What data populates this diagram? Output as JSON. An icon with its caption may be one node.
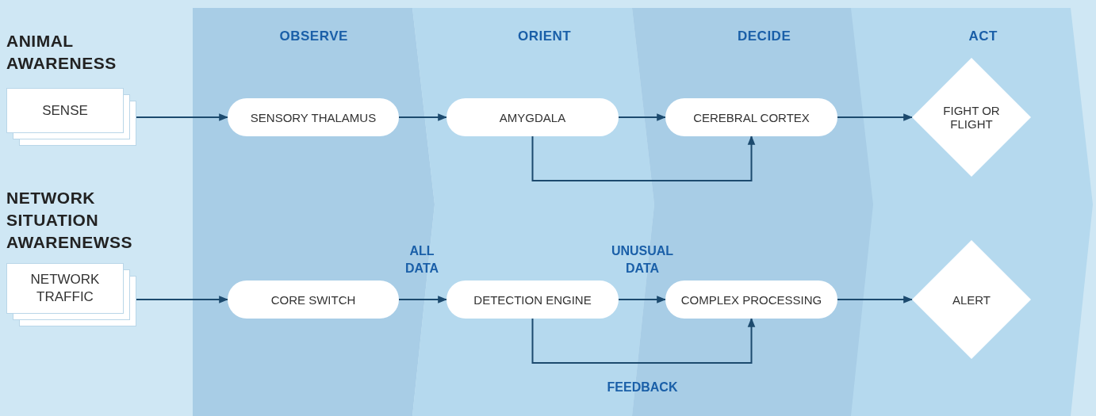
{
  "diagram": {
    "nodes": [
      {
        "text": [
          "OBSERVE"
        ]
      },
      {
        "text": [
          "ORIENT"
        ]
      },
      {
        "text": [
          "DECIDE"
        ]
      },
      {
        "text": [
          "ACT"
        ]
      },
      {
        "text": [
          "SENSE"
        ]
      },
      {
        "text": [
          "SENSORY THALAMUS"
        ],
        "in": 0
      },
      {
        "text": [
          "AMYGDALA"
        ],
        "in": 1
      },
      {
        "text": [
          "CEREBRAL CORTEX"
        ],
        "in": 2
      },
      {
        "text": [
          "FIGHT OR FLIGHT"
        ],
        "in": 3
      },
      {
        "text": [
          "NETWORK TRAFFIC"
        ]
      },
      {
        "text": [
          "CORE SWITCH"
        ],
        "in": 0
      },
      {
        "text": [
          "DETECTION ENGINE"
        ],
        "in": 1
      },
      {
        "text": [
          "COMPLEX PROCESSING"
        ],
        "in": 2
      },
      {
        "text": [
          "ALERT"
        ],
        "in": 3
      }
    ],
    "edges": [
      {
        "from": 4,
        "to": 5,
        "arrow": "to"
      },
      {
        "from": 5,
        "to": 6,
        "arrow": "to"
      },
      {
        "from": 6,
        "to": 7,
        "arrow": "to"
      },
      {
        "from": 6,
        "to": 7,
        "arrow": "to"
      },
      {
        "from": 7,
        "to": 8,
        "arrow": "to"
      },
      {
        "from": 9,
        "to": 10,
        "arrow": "to"
      },
      {
        "from": 10,
        "to": 11,
        "arrow": "to",
        "label": "ALL DATA"
      },
      {
        "from": 11,
        "to": 12,
        "arrow": "to",
        "label": "UNUSUAL DATA"
      },
      {
        "from": 11,
        "to": 12,
        "arrow": "to",
        "label": "FEEDBACK"
      },
      {
        "from": 12,
        "to": 13,
        "arrow": "to"
      }
    ],
    "labels": [
      "ANIMAL AWARENESS",
      "NETWORK SITUATION AWARENEWSS"
    ]
  }
}
